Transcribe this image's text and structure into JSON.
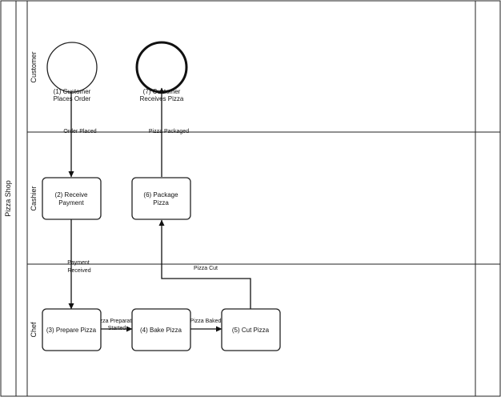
{
  "pool": {
    "label": "Pizza Shop"
  },
  "lanes": [
    {
      "id": "customer",
      "label": "Customer"
    },
    {
      "id": "cashier",
      "label": "Cashier"
    },
    {
      "id": "chef",
      "label": "Chef"
    }
  ],
  "nodes": [
    {
      "id": "n1",
      "kind": "start-event",
      "lines": [
        "(1) Customer",
        "Places Order"
      ]
    },
    {
      "id": "n7",
      "kind": "end-event",
      "lines": [
        "(7) Customer",
        "Receives Pizza"
      ]
    },
    {
      "id": "n2",
      "kind": "task",
      "lines": [
        "(2) Receive",
        "Payment"
      ]
    },
    {
      "id": "n6",
      "kind": "task",
      "lines": [
        "(6) Package",
        "Pizza"
      ]
    },
    {
      "id": "n3",
      "kind": "task",
      "lines": [
        "(3) Prepare Pizza"
      ]
    },
    {
      "id": "n4",
      "kind": "task",
      "lines": [
        "(4) Bake Pizza"
      ]
    },
    {
      "id": "n5",
      "kind": "task",
      "lines": [
        "(5) Cut Pizza"
      ]
    }
  ],
  "edges": [
    {
      "id": "e1",
      "from": "n1",
      "to": "n2",
      "lines": [
        "Order Placed"
      ]
    },
    {
      "id": "e2",
      "from": "n2",
      "to": "n3",
      "lines": [
        "Payment",
        "Received"
      ]
    },
    {
      "id": "e3",
      "from": "n3",
      "to": "n4",
      "lines": [
        "Pizza Preparation",
        "Started"
      ]
    },
    {
      "id": "e4",
      "from": "n4",
      "to": "n5",
      "lines": [
        "Pizza Baked"
      ]
    },
    {
      "id": "e5",
      "from": "n5",
      "to": "n6",
      "lines": [
        "Pizza Cut"
      ]
    },
    {
      "id": "e6",
      "from": "n6",
      "to": "n7",
      "lines": [
        "Pizza Packaged"
      ]
    }
  ]
}
